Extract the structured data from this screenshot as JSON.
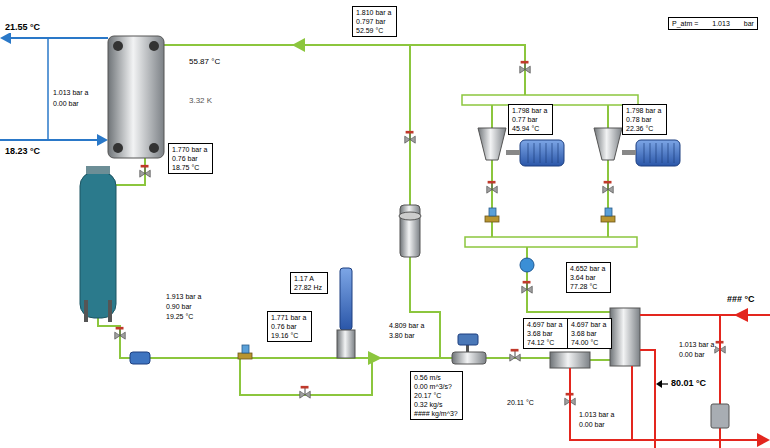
{
  "diagram": {
    "nodes": [
      {
        "text": [
          "1.810 bar a",
          "0.797 bar",
          "52.59 °C"
        ]
      },
      {
        "text": [
          "P_atm =",
          "1.013",
          "bar"
        ]
      },
      {
        "text": [
          "1.770 bar a",
          "0.76 bar",
          "18.75 °C"
        ]
      },
      {
        "text": [
          "1.798 bar a",
          "0.77 bar",
          "45.94 °C"
        ]
      },
      {
        "text": [
          "1.798 bar a",
          "0.78 bar",
          "22.36 °C"
        ]
      },
      {
        "text": [
          "1.17 A",
          "27.82 Hz"
        ]
      },
      {
        "text": [
          "4.652 bar a",
          "3.64 bar",
          "77.28 °C"
        ]
      },
      {
        "text": [
          "1.771 bar a",
          "0.76 bar",
          "19.16 °C"
        ]
      },
      {
        "text": [
          "4.697 bar a",
          "3.68 bar",
          "74.12 °C"
        ]
      },
      {
        "text": [
          "4.697 bar a",
          "3.68 bar",
          "74.00 °C"
        ]
      },
      {
        "text": [
          "0.56 m/s",
          "0.00 m^3/s?",
          "20.17 °C",
          "0.32 kg/s",
          "#### kg/m^3?"
        ]
      }
    ],
    "labels": [
      "21.55 °C",
      "18.23 °C",
      "1.013 bar a",
      "0.00 bar",
      "55.87 °C",
      "3.32 K",
      "1.913 bar a",
      "0.90 bar",
      "19.25 °C",
      "4.809 bar a",
      "3.80 bar",
      "20.11 °C",
      "1.013 bar a",
      "0.00 bar",
      "1.013 bar a",
      "0.00 bar",
      "80.01 °C",
      "### °C"
    ]
  }
}
